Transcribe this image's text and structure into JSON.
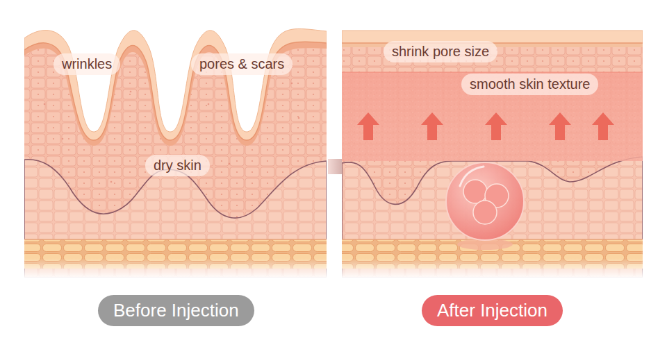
{
  "diagram": {
    "nodes": [
      {
        "text": [
          "wrinkles"
        ]
      },
      {
        "text": [
          "pores & scars"
        ]
      },
      {
        "text": [
          "dry skin"
        ]
      },
      {
        "text": [
          "shrink pore size"
        ]
      },
      {
        "text": [
          "smooth skin texture"
        ]
      },
      {
        "text": [
          "Before Injection"
        ]
      },
      {
        "text": [
          "After Injection"
        ]
      }
    ]
  }
}
